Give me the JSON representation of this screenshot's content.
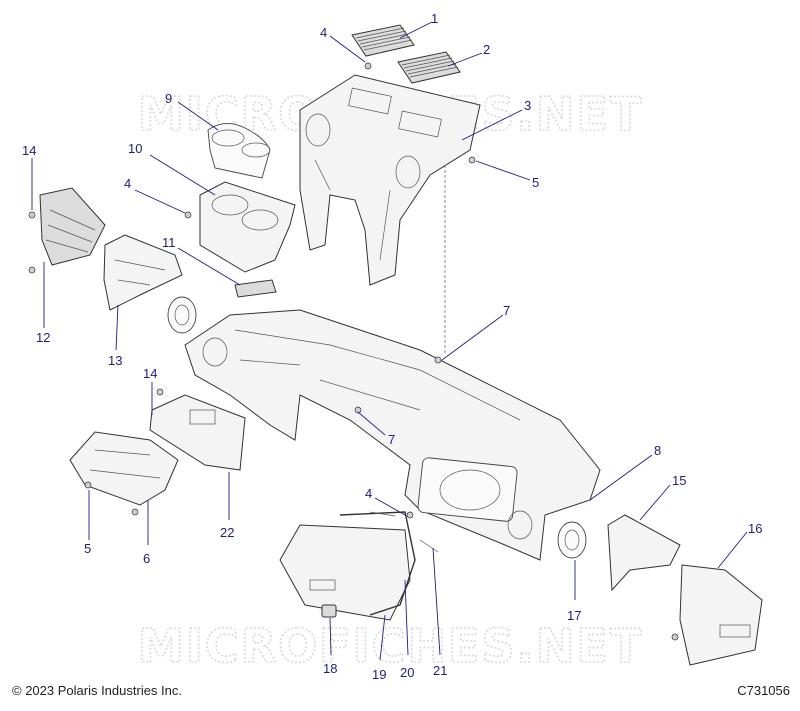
{
  "watermark": {
    "text": "MICROFICHES.NET"
  },
  "callouts": [
    {
      "id": "c1",
      "label": "1"
    },
    {
      "id": "c2",
      "label": "2"
    },
    {
      "id": "c3",
      "label": "3"
    },
    {
      "id": "c4a",
      "label": "4"
    },
    {
      "id": "c5a",
      "label": "5"
    },
    {
      "id": "c9",
      "label": "9"
    },
    {
      "id": "c10",
      "label": "10"
    },
    {
      "id": "c4b",
      "label": "4"
    },
    {
      "id": "c14a",
      "label": "14"
    },
    {
      "id": "c11",
      "label": "11"
    },
    {
      "id": "c12",
      "label": "12"
    },
    {
      "id": "c13",
      "label": "13"
    },
    {
      "id": "c7a",
      "label": "7"
    },
    {
      "id": "c14b",
      "label": "14"
    },
    {
      "id": "c7b",
      "label": "7"
    },
    {
      "id": "c8",
      "label": "8"
    },
    {
      "id": "c15",
      "label": "15"
    },
    {
      "id": "c16",
      "label": "16"
    },
    {
      "id": "c4c",
      "label": "4"
    },
    {
      "id": "c5b",
      "label": "5"
    },
    {
      "id": "c6",
      "label": "6"
    },
    {
      "id": "c22",
      "label": "22"
    },
    {
      "id": "c17",
      "label": "17"
    },
    {
      "id": "c18",
      "label": "18"
    },
    {
      "id": "c19",
      "label": "19"
    },
    {
      "id": "c20",
      "label": "20"
    },
    {
      "id": "c21",
      "label": "21"
    }
  ],
  "footer": {
    "copyright": "© 2023 Polaris Industries Inc.",
    "code": "C731056"
  }
}
